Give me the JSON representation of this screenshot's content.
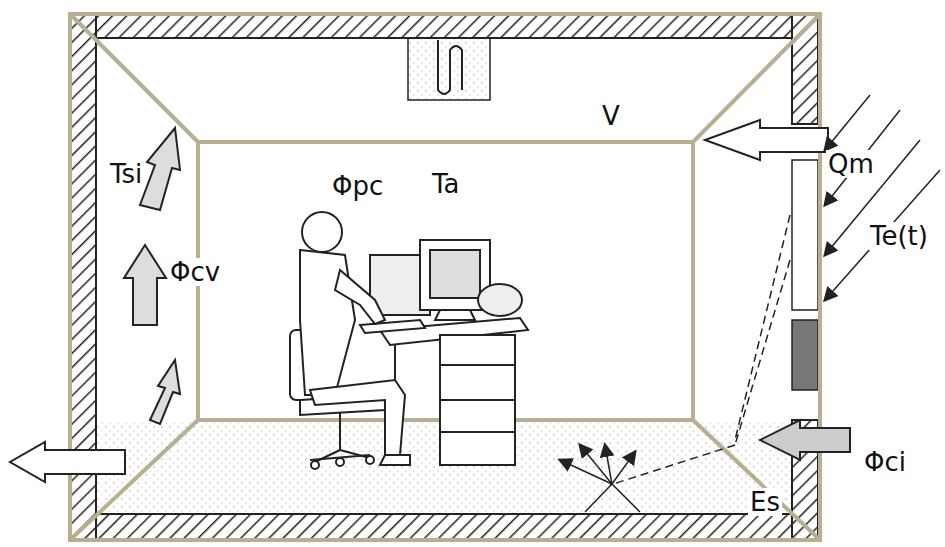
{
  "diagram": {
    "labels": [
      "Tsi",
      "V",
      "Qm",
      "Φpc",
      "Ta",
      "Φcv",
      "Te(t)",
      "Φci",
      "Es"
    ]
  }
}
